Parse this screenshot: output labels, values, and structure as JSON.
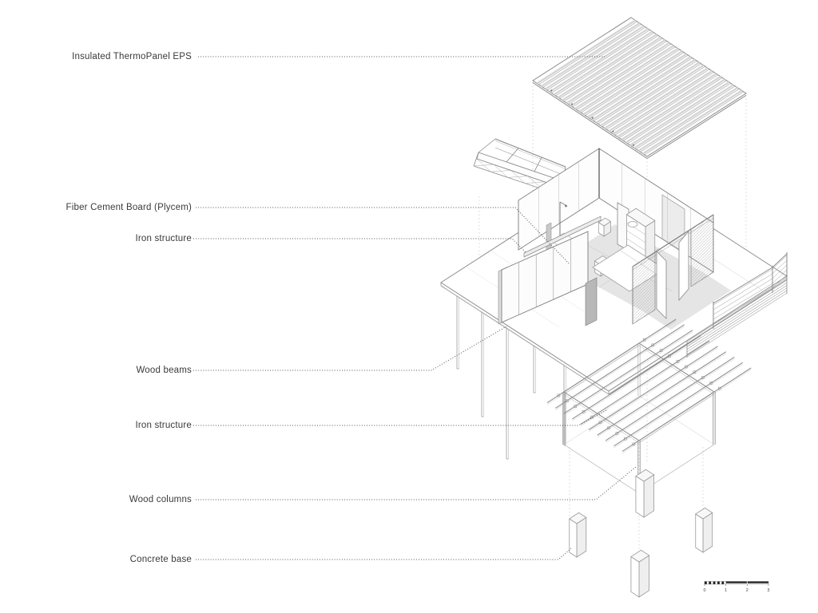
{
  "diagram": {
    "type": "exploded-axonometric-construction-diagram",
    "labels": [
      {
        "id": "insulated-thermopanel-eps",
        "text": "Insulated ThermoPanel EPS"
      },
      {
        "id": "fiber-cement-board",
        "text": "Fiber Cement Board (Plycem)"
      },
      {
        "id": "iron-structure-upper",
        "text": "Iron structure"
      },
      {
        "id": "wood-beams",
        "text": "Wood beams"
      },
      {
        "id": "iron-structure-lower",
        "text": "Iron structure"
      },
      {
        "id": "wood-columns",
        "text": "Wood columns"
      },
      {
        "id": "concrete-base",
        "text": "Concrete base"
      }
    ],
    "scale_bar": {
      "ticks": [
        "0",
        "1",
        "2",
        "3"
      ]
    },
    "colors": {
      "background": "#ffffff",
      "linework": "#8a8a8a",
      "light_linework": "#bbbbbb",
      "leader": "#555555",
      "label_text": "#3a3a3a",
      "floor_shade": "#dcdcdc",
      "scale_black": "#222222"
    }
  }
}
